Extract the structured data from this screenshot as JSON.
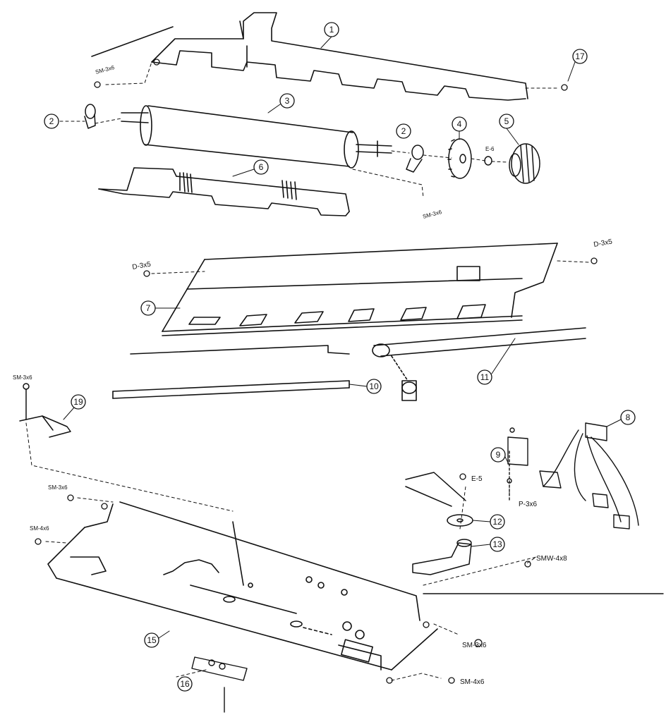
{
  "callouts": [
    "1",
    "2",
    "2",
    "3",
    "4",
    "5",
    "6",
    "7",
    "8",
    "9",
    "10",
    "11",
    "12",
    "13",
    "15",
    "16",
    "17",
    "19"
  ],
  "hardware_labels": {
    "h_sm3x6_top": "SM-3x6",
    "h_sm3x6_roller": "SM-3x6",
    "h_d3x5_left": "D-3x5",
    "h_d3x5_right": "D-3x5",
    "h_e6": "E-6",
    "h_sm3x6_bracket": "SM-3x6",
    "h_sm3x6_chassis": "SM-3x6",
    "h_sm4x6_left": "SM-4x6",
    "h_e5": "E-5",
    "h_p3x6": "P-3x6",
    "h_smw4x8": "SMW-4x8",
    "h_sm3x6_right": "SM-3x6",
    "h_sm4x6_bottom": "SM-4x6"
  }
}
